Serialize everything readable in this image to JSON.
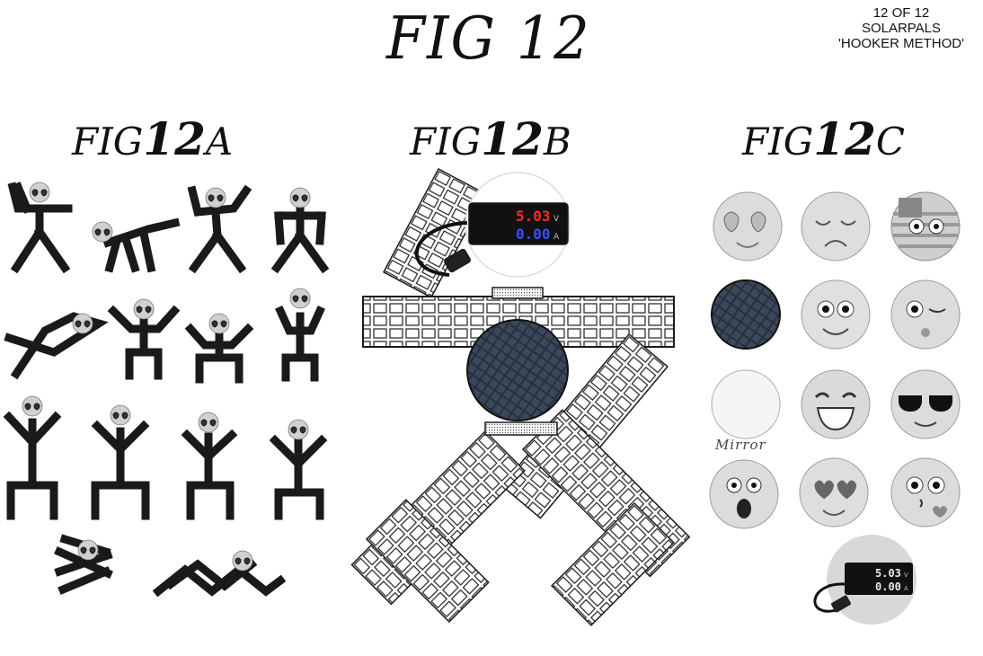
{
  "figure": {
    "title": "FIG 12",
    "sheet_lines": [
      "12 OF 12",
      "SOLARPALS",
      "'HOOKER METHOD'"
    ]
  },
  "panels": {
    "a": {
      "label_prefix": "FIG",
      "label_num": "12",
      "label_suffix": "A"
    },
    "b": {
      "label_prefix": "FIG",
      "label_num": "12",
      "label_suffix": "B"
    },
    "c": {
      "label_prefix": "FIG",
      "label_num": "12",
      "label_suffix": "C",
      "mirror_label": "Mirror"
    }
  },
  "meter": {
    "voltage": "5.03",
    "current": "0.00",
    "unit_v": "V",
    "unit_a": "A"
  }
}
